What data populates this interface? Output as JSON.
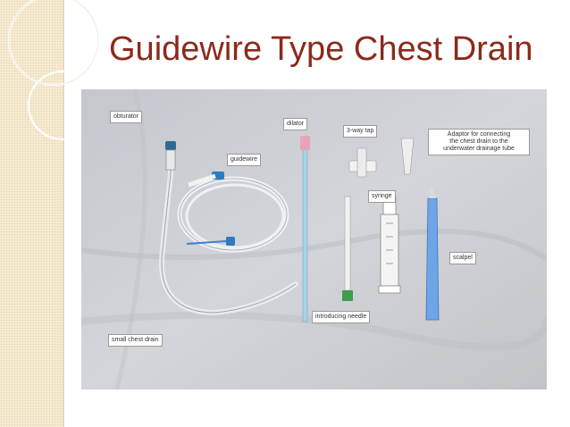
{
  "slide": {
    "title": "Guidewire Type Chest Drain"
  },
  "figure": {
    "labels": {
      "obturator": "obturator",
      "guidewire": "guidewire",
      "dilator": "dilator",
      "three_way_tap": "3-way tap",
      "adaptor": [
        "Adaptor for connecting",
        "the chest drain to the",
        "underwater drainage tube"
      ],
      "syringe": "syringe",
      "scalpel": "scalpel",
      "introducing_needle": "introducing needle",
      "small_chest_drain": "small chest drain"
    }
  },
  "colors": {
    "title": "#8b2a1b",
    "sidebar": "#f7ecd2",
    "photo_background": "#c9ccd2"
  }
}
